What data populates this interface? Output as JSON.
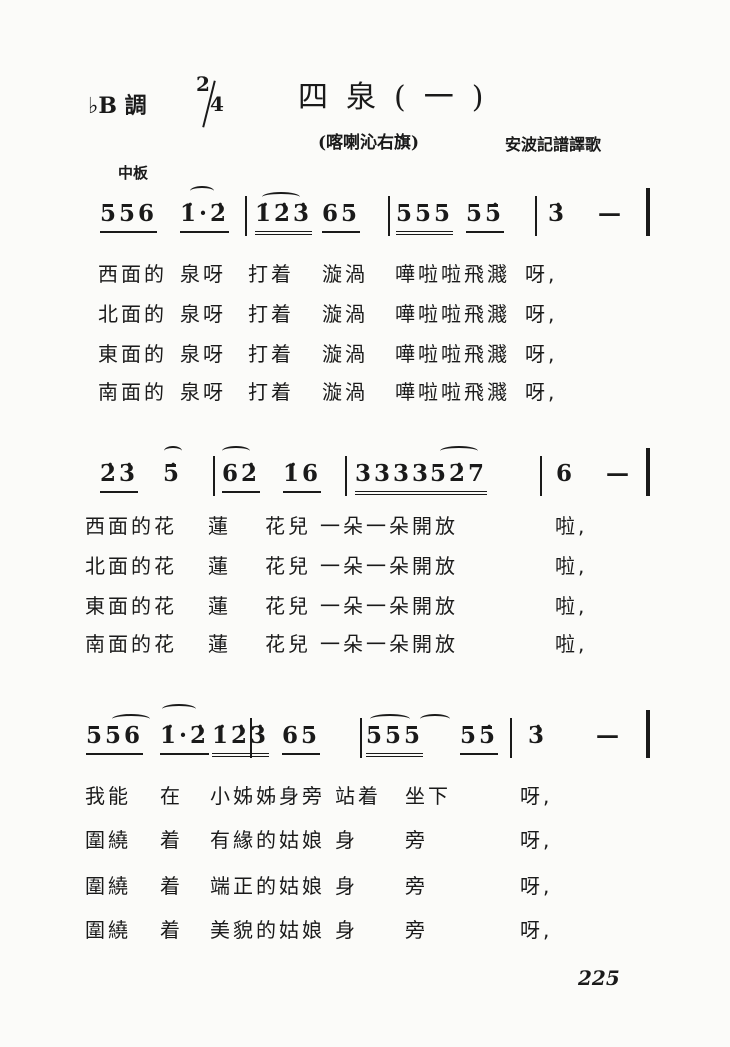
{
  "header": {
    "key": "♭B 調",
    "time_signature": {
      "numerator": "2",
      "denominator": "4"
    },
    "title": "四泉(一)",
    "origin": "(喀喇沁右旗)",
    "credit": "安波記譜譯歌",
    "tempo": "中板"
  },
  "systems": [
    {
      "measures": [
        {
          "groups": [
            {
              "text": "556",
              "underline": 1
            },
            {
              "text": "1̇·2̇",
              "underline": 1
            }
          ]
        },
        {
          "groups": [
            {
              "text": "1̇2̇3̇",
              "underline": 2
            },
            {
              "text": "65",
              "underline": 1
            }
          ]
        },
        {
          "groups": [
            {
              "text": "555",
              "underline": 2
            },
            {
              "text": "55̇",
              "underline": 1
            }
          ]
        },
        {
          "groups": [
            {
              "text": "3̇",
              "underline": 0
            },
            {
              "text": "—",
              "underline": 0
            }
          ]
        }
      ],
      "lyrics": [
        [
          "西面的",
          "泉呀",
          "打着",
          "漩渦",
          "嘩啦啦飛濺",
          "呀,"
        ],
        [
          "北面的",
          "泉呀",
          "打着",
          "漩渦",
          "嘩啦啦飛濺",
          "呀,"
        ],
        [
          "東面的",
          "泉呀",
          "打着",
          "漩渦",
          "嘩啦啦飛濺",
          "呀,"
        ],
        [
          "南面的",
          "泉呀",
          "打着",
          "漩渦",
          "嘩啦啦飛濺",
          "呀,"
        ]
      ]
    },
    {
      "measures": [
        {
          "groups": [
            {
              "text": "2̇3̇",
              "underline": 1
            },
            {
              "text": "5̇",
              "underline": 0
            }
          ]
        },
        {
          "groups": [
            {
              "text": "62̇",
              "underline": 1
            },
            {
              "text": "1̇6",
              "underline": 1
            }
          ]
        },
        {
          "groups": [
            {
              "text": "3333",
              "underline": 2
            },
            {
              "text": "52̇7",
              "underline": 2
            }
          ]
        },
        {
          "groups": [
            {
              "text": "6",
              "underline": 0
            },
            {
              "text": "—",
              "underline": 0
            }
          ]
        }
      ],
      "lyrics": [
        [
          "西面的花",
          "蓮",
          "花兒",
          "一朵一朵開放",
          "啦,"
        ],
        [
          "北面的花",
          "蓮",
          "花兒",
          "一朵一朵開放",
          "啦,"
        ],
        [
          "東面的花",
          "蓮",
          "花兒",
          "一朵一朵開放",
          "啦,"
        ],
        [
          "南面的花",
          "蓮",
          "花兒",
          "一朵一朵開放",
          "啦,"
        ]
      ]
    },
    {
      "measures": [
        {
          "groups": [
            {
              "text": "556",
              "underline": 1
            },
            {
              "text": "1̇·2̇",
              "underline": 1
            }
          ]
        },
        {
          "groups": [
            {
              "text": "1̇2̇3̇",
              "underline": 2
            },
            {
              "text": "65",
              "underline": 1
            }
          ]
        },
        {
          "groups": [
            {
              "text": "555",
              "underline": 2
            },
            {
              "text": "55̇",
              "underline": 1
            }
          ]
        },
        {
          "groups": [
            {
              "text": "3̇",
              "underline": 0
            },
            {
              "text": "—",
              "underline": 0
            }
          ]
        }
      ],
      "lyrics": [
        [
          "我能",
          "在",
          "小姊姊身旁",
          "站着",
          "坐下",
          "呀,"
        ],
        [
          "圍繞",
          "着",
          "有緣的姑娘",
          "身",
          "旁",
          "呀,"
        ],
        [
          "圍繞",
          "着",
          "端正的姑娘",
          "身",
          "旁",
          "呀,"
        ],
        [
          "圍繞",
          "着",
          "美貌的姑娘",
          "身",
          "旁",
          "呀,"
        ]
      ]
    }
  ],
  "page_number": "225"
}
